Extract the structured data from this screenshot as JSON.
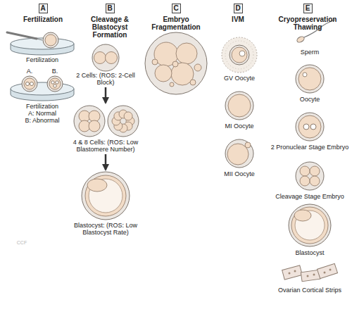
{
  "diagram": {
    "nodes": [
      {
        "text": [
          "A",
          "Fertilization"
        ]
      },
      {
        "text": [
          "B",
          "Cleavage & Blastocyst Formation"
        ]
      },
      {
        "text": [
          "C",
          "Embryo Fragmentation"
        ]
      },
      {
        "text": [
          "D",
          "IVM"
        ]
      },
      {
        "text": [
          "E",
          "Cryopreservation Thawing"
        ]
      },
      {
        "text": [
          "2 Cells: (ROS: 2-Cell Block)"
        ]
      },
      {
        "text": [
          "4 & 8 Cells: (ROS: Low Blastomere Number)"
        ]
      },
      {
        "text": [
          "Blastocyst: (ROS: Low Blastocyst Rate)"
        ]
      }
    ],
    "edges": [
      {
        "from": 5,
        "to": 6,
        "arrow": "to"
      },
      {
        "from": 6,
        "to": 7,
        "arrow": "to"
      }
    ],
    "labels": [
      "Fertilization",
      "A.",
      "B.",
      "Fertilization",
      "A: Normal",
      "B: Abnormal",
      "GV Oocyte",
      "MI Oocyte",
      "MII Oocyte",
      "Sperm",
      "Oocyte",
      "2 Pronuclear Stage Embryo",
      "Cleavage Stage Embryo",
      "Blastocyst",
      "Ovarian Cortical Strips",
      "CCF"
    ]
  }
}
